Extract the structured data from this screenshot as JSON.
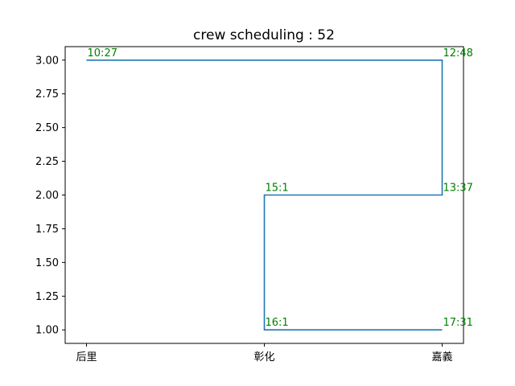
{
  "chart_data": {
    "type": "line",
    "title": "crew scheduling : 52",
    "xlabel": "",
    "ylabel": "",
    "categories": [
      "后里",
      "彰化",
      "嘉義"
    ],
    "xlim": [
      -0.12,
      2.12
    ],
    "ylim": [
      0.9,
      3.1
    ],
    "yticks": [
      "1.00",
      "1.25",
      "1.50",
      "1.75",
      "2.00",
      "2.25",
      "2.50",
      "2.75",
      "3.00"
    ],
    "grid": false,
    "colors": {
      "line": "#1f77b4",
      "labels": "#008000"
    },
    "series": [
      {
        "points": [
          {
            "x": 0,
            "y": 3,
            "label": "10:27"
          },
          {
            "x": 2,
            "y": 3,
            "label": "12:48"
          },
          {
            "x": 2,
            "y": 2,
            "label": "13:37"
          },
          {
            "x": 1,
            "y": 2,
            "label": "15:1"
          },
          {
            "x": 1,
            "y": 1,
            "label": "16:1"
          },
          {
            "x": 2,
            "y": 1,
            "label": "17:31"
          }
        ]
      }
    ]
  }
}
